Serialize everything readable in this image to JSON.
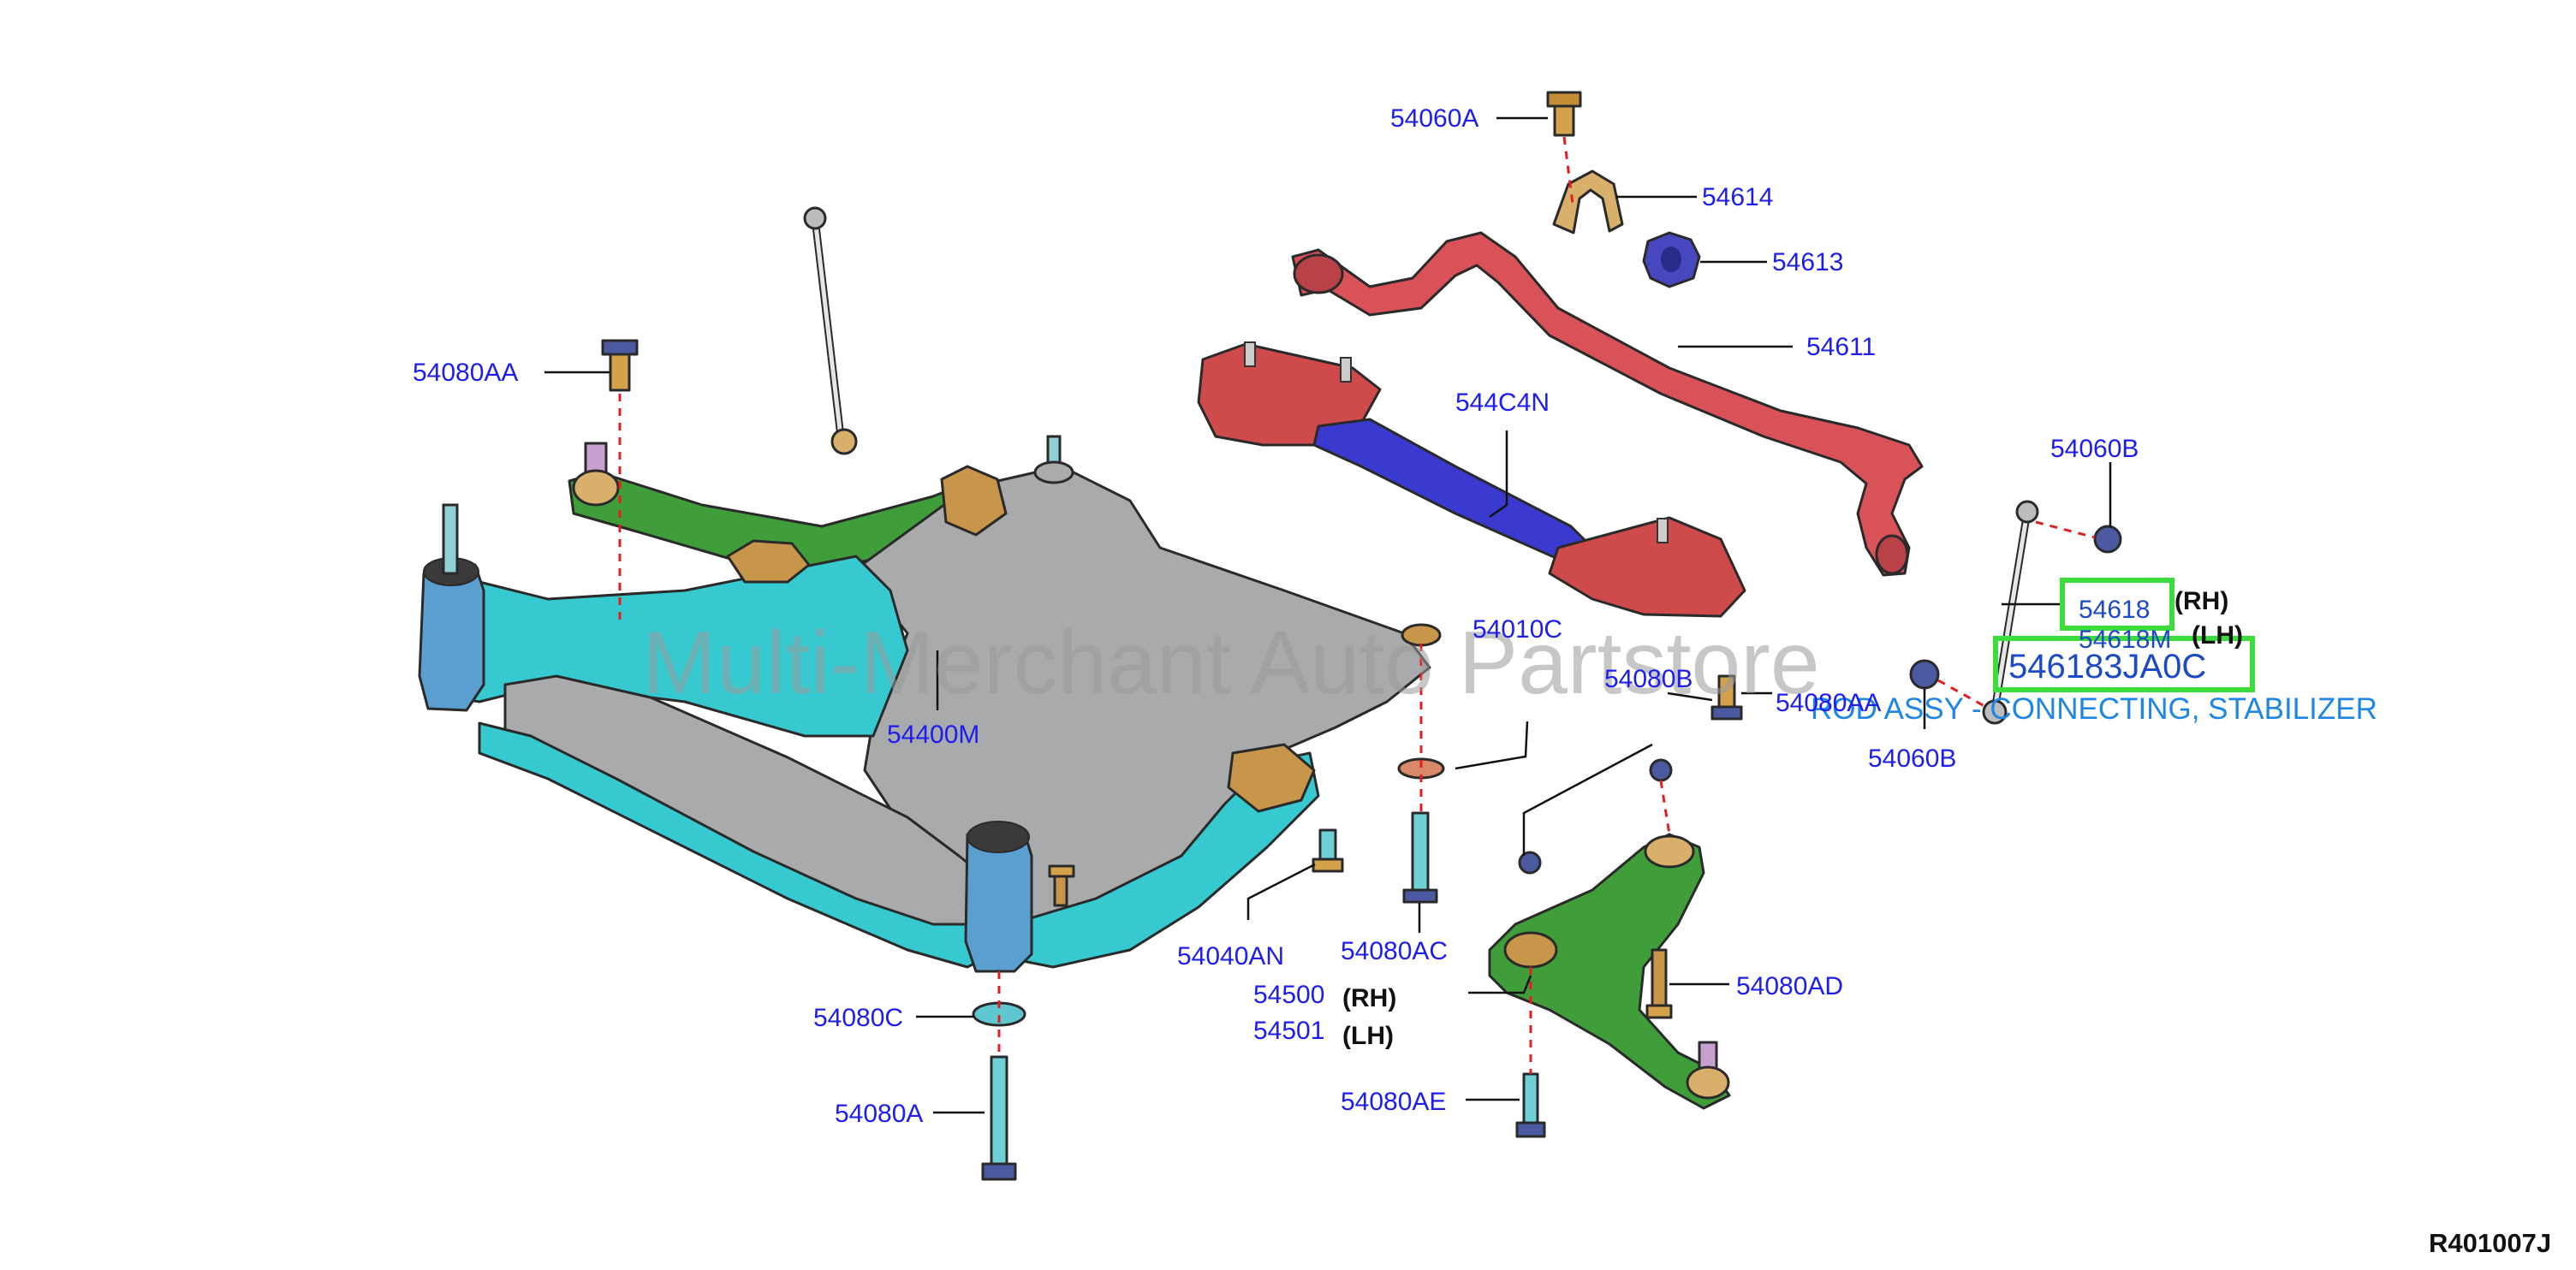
{
  "diagram": {
    "watermark": "Multi-Merchant Auto Partstore",
    "code": "R401007J",
    "description": "ROD ASSY - CONNECTING, STABILIZER",
    "highlight_part": "546183JA0C",
    "labels": {
      "p54060A": "54060A",
      "p54614": "54614",
      "p54613": "54613",
      "p54611": "54611",
      "p544C4N": "544C4N",
      "p54080AA_left": "54080AA",
      "p54060B_top": "54060B",
      "p54618": "54618",
      "p54618_rh": "(RH)",
      "p54618M": "54618M",
      "p54618M_lh": "(LH)",
      "p54010C": "54010C",
      "p54080B": "54080B",
      "p54080AA_right": "54080AA",
      "p54060B_bottom": "54060B",
      "p54400M": "54400M",
      "p54040AN": "54040AN",
      "p54080AC": "54080AC",
      "p54500": "54500",
      "p54500_rh": "(RH)",
      "p54501": "54501",
      "p54501_lh": "(LH)",
      "p54080AD": "54080AD",
      "p54080AE": "54080AE",
      "p54080C": "54080C",
      "p54080A": "54080A"
    },
    "colors": {
      "label_blue": "#1d1df0",
      "highlight_green": "#3ddc3d",
      "desc_blue": "#1f86e6",
      "subframe_gray": "#a9aaab",
      "subframe_cyan": "#36c9d0",
      "stabilizer_red": "#d95258",
      "bracket_red": "#cf4a4a",
      "brace_blue": "#3a3ad0",
      "arm_green": "#3f9e3a",
      "bracket_orange": "#c8964a",
      "bushing_purple": "#4747c0",
      "leader_dash_red": "#e02020"
    }
  }
}
